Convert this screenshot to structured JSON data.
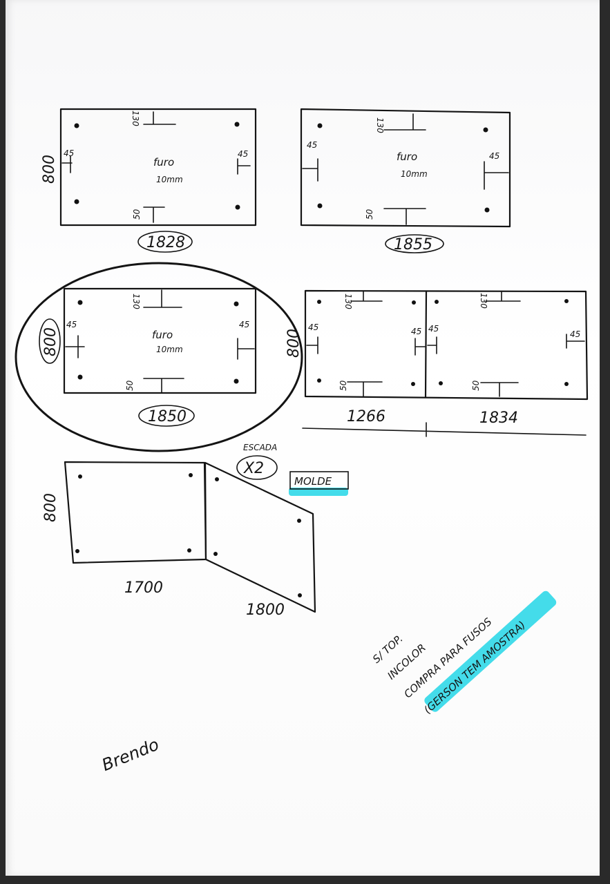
{
  "panels": [
    {
      "width": "1828",
      "height": "800",
      "hole_top": "130",
      "hole_bottom": "50",
      "hole_left": "45",
      "hole_right": "45",
      "note_line1": "furo",
      "note_line2": "10mm"
    },
    {
      "width": "1855",
      "hole_top": "130",
      "hole_bottom": "50",
      "hole_left": "45",
      "hole_right": "45",
      "note_line1": "furo",
      "note_line2": "10mm"
    },
    {
      "width": "1850",
      "height": "800",
      "hole_top": "130",
      "hole_bottom": "50",
      "hole_left": "45",
      "hole_right": "45",
      "note_line1": "furo",
      "note_line2": "10mm"
    },
    {
      "height": "800",
      "left_width": "1266",
      "right_width": "1834",
      "hole_top_left": "130",
      "hole_top_right": "130",
      "hole_bottom_left": "50",
      "hole_bottom_right": "50",
      "hole_45_a": "45",
      "hole_45_b": "45",
      "hole_45_c": "45",
      "hole_45_d": "45"
    }
  ],
  "stair": {
    "label": "ESCADA",
    "qty": "X2",
    "mold": "MOLDE",
    "height": "800",
    "width_left": "1700",
    "width_right": "1800"
  },
  "notes": {
    "line1": "S/ TOP.",
    "line2": "INCOLOR",
    "line3": "COMPRA PARA FUSOS",
    "line4": "(GERSON TEM AMOSTRA)"
  },
  "signature": "Brendo",
  "colors": {
    "ink": "#141414",
    "highlight": "#23d6e6",
    "paper": "#ffffff"
  }
}
